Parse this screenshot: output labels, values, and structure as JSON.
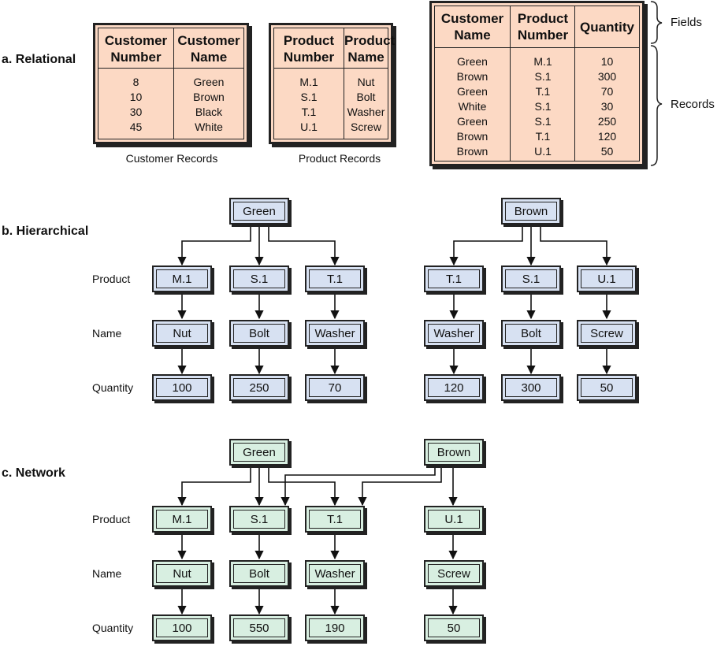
{
  "sections": {
    "relational": "a. Relational",
    "hierarchical": "b. Hierarchical",
    "network": "c. Network"
  },
  "customer_table": {
    "headers": [
      [
        "Customer",
        "Number"
      ],
      [
        "Customer",
        "Name"
      ]
    ],
    "numbers": [
      "8",
      "10",
      "30",
      "45"
    ],
    "names": [
      "Green",
      "Brown",
      "Black",
      "White"
    ],
    "caption": "Customer Records"
  },
  "product_table": {
    "headers": [
      [
        "Product",
        "Number"
      ],
      [
        "Product",
        "Name"
      ]
    ],
    "numbers": [
      "M.1",
      "S.1",
      "T.1",
      "U.1"
    ],
    "names": [
      "Nut",
      "Bolt",
      "Washer",
      "Screw"
    ],
    "caption": "Product Records"
  },
  "order_table": {
    "headers": [
      [
        "Customer",
        "Name"
      ],
      [
        "Product",
        "Number"
      ],
      [
        "Quantity"
      ]
    ],
    "customer_names": [
      "Green",
      "Brown",
      "Green",
      "White",
      "Green",
      "Brown",
      "Brown"
    ],
    "product_numbers": [
      "M.1",
      "S.1",
      "T.1",
      "S.1",
      "S.1",
      "T.1",
      "U.1"
    ],
    "quantities": [
      "10",
      "300",
      "70",
      "30",
      "250",
      "120",
      "50"
    ]
  },
  "annotations": {
    "fields": "Fields",
    "records": "Records"
  },
  "row_labels": {
    "product": "Product",
    "name": "Name",
    "quantity": "Quantity"
  },
  "hierarchical": {
    "roots": [
      "Green",
      "Brown"
    ],
    "green_children": {
      "products": [
        "M.1",
        "S.1",
        "T.1"
      ],
      "names": [
        "Nut",
        "Bolt",
        "Washer"
      ],
      "quantities": [
        "100",
        "250",
        "70"
      ]
    },
    "brown_children": {
      "products": [
        "T.1",
        "S.1",
        "U.1"
      ],
      "names": [
        "Washer",
        "Bolt",
        "Screw"
      ],
      "quantities": [
        "120",
        "300",
        "50"
      ]
    }
  },
  "network": {
    "roots": [
      "Green",
      "Brown"
    ],
    "products": [
      "M.1",
      "S.1",
      "T.1",
      "U.1"
    ],
    "names": [
      "Nut",
      "Bolt",
      "Washer",
      "Screw"
    ],
    "quantities": [
      "100",
      "550",
      "190",
      "50"
    ]
  },
  "colors": {
    "table_fill": "#fcd9c4",
    "hierarchical_fill": "#d7e1f2",
    "network_fill": "#d8efe1"
  }
}
